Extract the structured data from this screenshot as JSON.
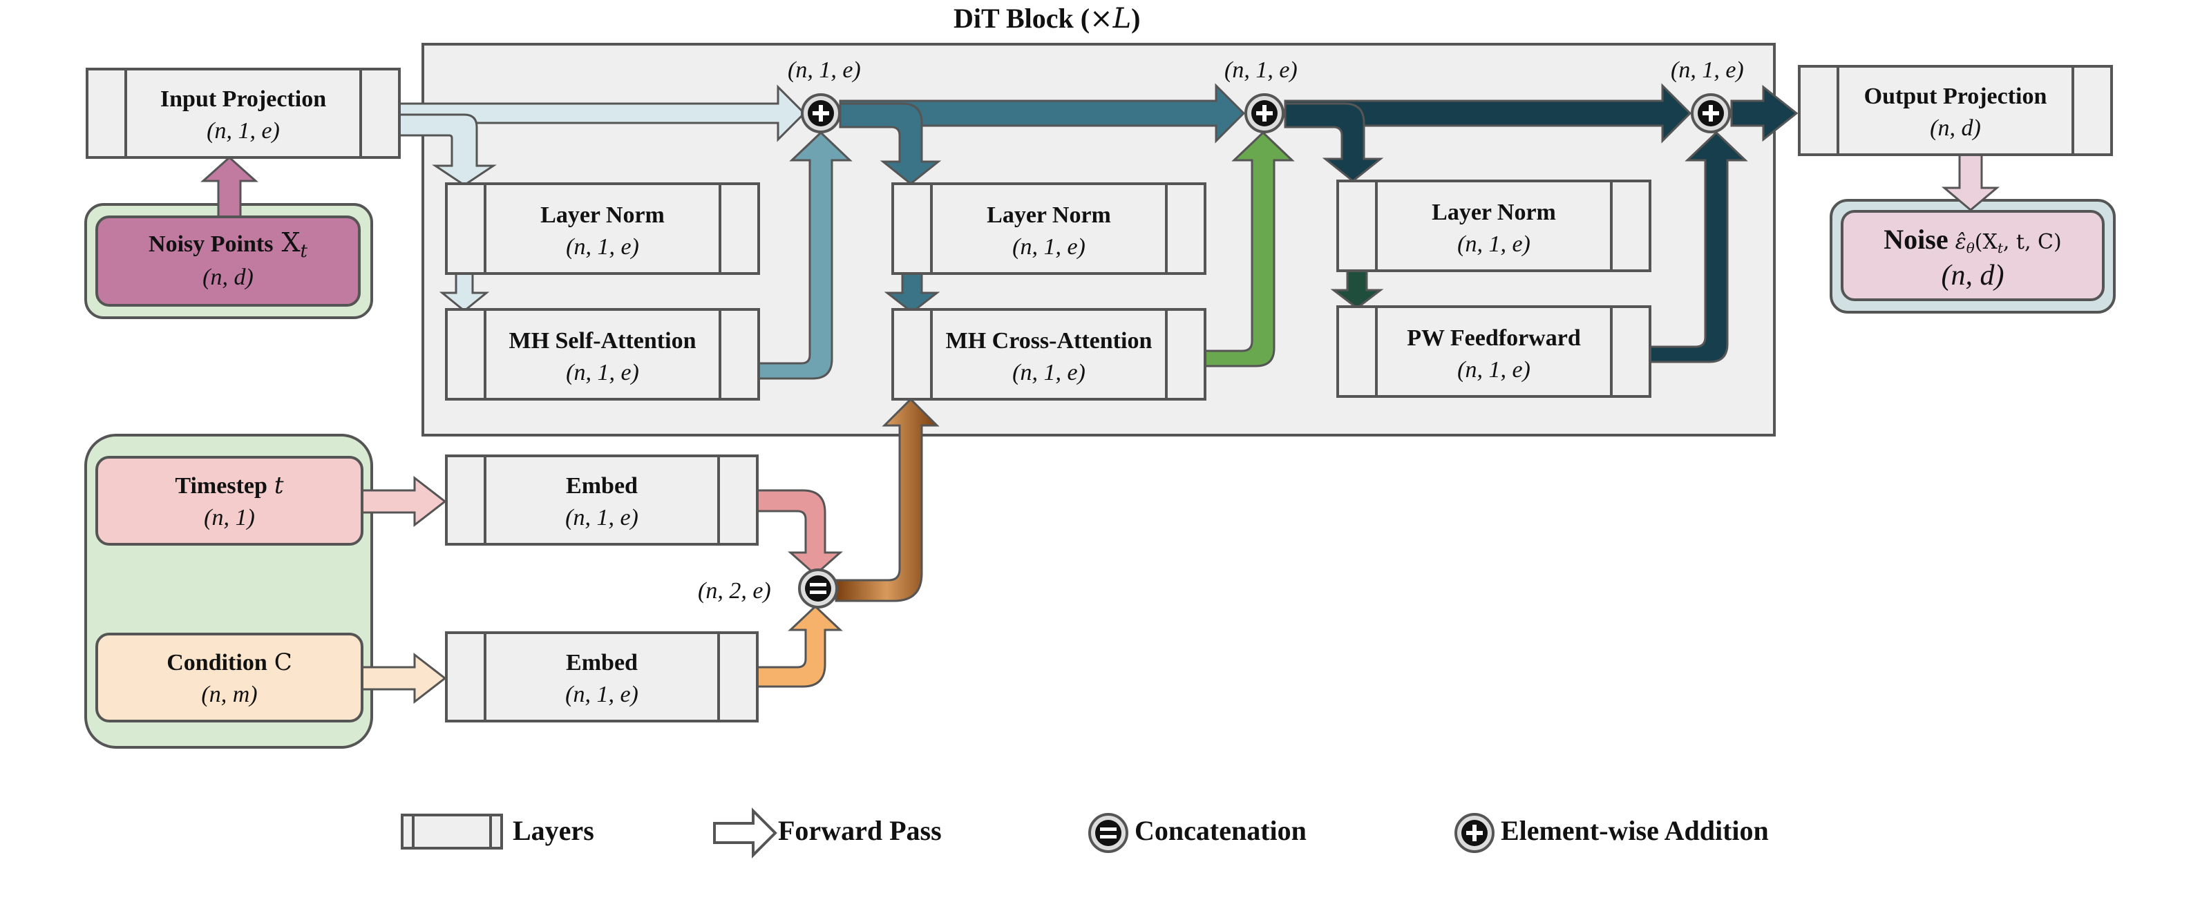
{
  "title": {
    "text": "DiT Block (",
    "math": "×L",
    "close": ")"
  },
  "input_projection": {
    "label": "Input Projection",
    "shape": "(n, 1, e)"
  },
  "noisy_points": {
    "label": "Noisy Points",
    "symbol": "X",
    "sub": "t",
    "shape": "(n, d)"
  },
  "add_shapes": [
    "(n, 1, e)",
    "(n, 1, e)",
    "(n, 1, e)"
  ],
  "block1": {
    "norm": {
      "label": "Layer Norm",
      "shape": "(n, 1, e)"
    },
    "attn": {
      "label": "MH Self-Attention",
      "shape": "(n, 1, e)"
    }
  },
  "block2": {
    "norm": {
      "label": "Layer Norm",
      "shape": "(n, 1, e)"
    },
    "attn": {
      "label": "MH Cross-Attention",
      "shape": "(n, 1, e)"
    }
  },
  "block3": {
    "norm": {
      "label": "Layer Norm",
      "shape": "(n, 1, e)"
    },
    "ff": {
      "label": "PW Feedforward",
      "shape": "(n, 1, e)"
    }
  },
  "output_projection": {
    "label": "Output Projection",
    "shape": "(n, d)"
  },
  "noise": {
    "label": "Noise",
    "math": "ε̂",
    "sub": "θ",
    "args": "(X",
    "args_sub": "t",
    "args_rest": ", t, C)",
    "shape": "(n, d)"
  },
  "timestep": {
    "label": "Timestep",
    "symbol": "t",
    "shape": "(n, 1)"
  },
  "condition": {
    "label": "Condition",
    "symbol": "C",
    "shape": "(n, m)"
  },
  "embed_t": {
    "label": "Embed",
    "shape": "(n, 1, e)"
  },
  "embed_c": {
    "label": "Embed",
    "shape": "(n, 1, e)"
  },
  "concat_shape": "(n, 2, e)",
  "legend": {
    "layers": "Layers",
    "forward": "Forward Pass",
    "concat": "Concatenation",
    "add": "Element-wise Addition"
  },
  "colors": {
    "box_fill": "#efefef",
    "box_stroke": "#555555",
    "block_bg": "#efefef",
    "green_bg": "#d9ead3",
    "noisy_fill": "#c27ba0",
    "noise_fill": "#ead1dc",
    "noise_bg": "#d0e0e3",
    "timestep_fill": "#f4cccc",
    "condition_fill": "#fce5cd",
    "arrow_light": "#d9e8ec",
    "arrow_mid": "#6fa3b2",
    "arrow_teal": "#3b7486",
    "arrow_dark": "#163e4c",
    "arrow_green": "#6aa84f",
    "arrow_brown": "#8b4f1b",
    "arrow_pink": "#e6999a",
    "arrow_orange": "#f6b26b",
    "arrow_lightpink": "#ead1dc"
  }
}
